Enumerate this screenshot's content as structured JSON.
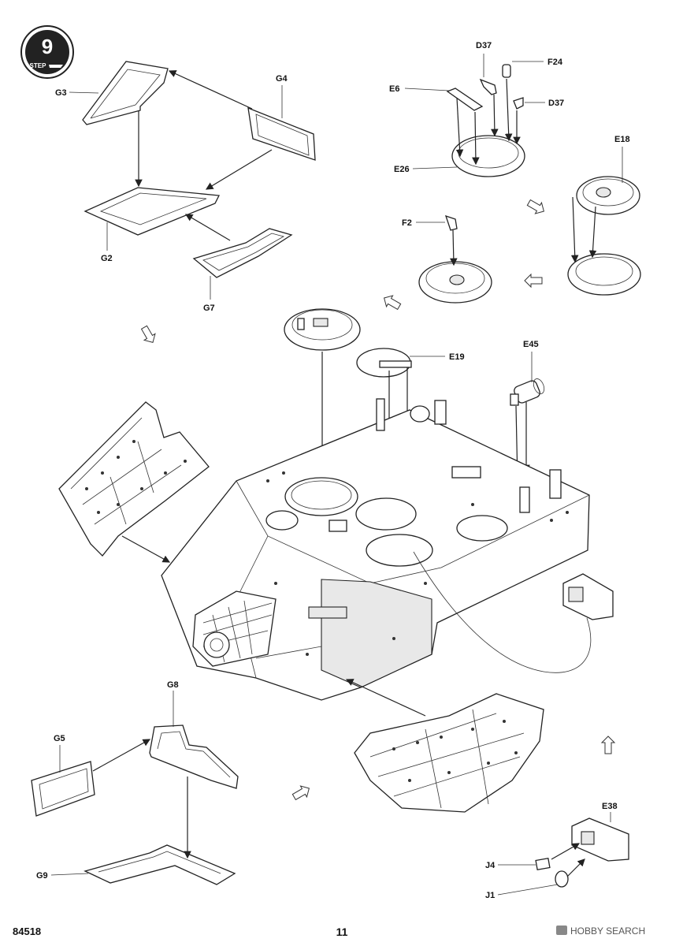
{
  "step": {
    "number": "9",
    "word": "STEP"
  },
  "labels": [
    {
      "id": "G3",
      "text": "G3"
    },
    {
      "id": "G4",
      "text": "G4"
    },
    {
      "id": "G2",
      "text": "G2"
    },
    {
      "id": "G7",
      "text": "G7"
    },
    {
      "id": "D37a",
      "text": "D37"
    },
    {
      "id": "F24",
      "text": "F24"
    },
    {
      "id": "E6",
      "text": "E6"
    },
    {
      "id": "D37b",
      "text": "D37"
    },
    {
      "id": "E26",
      "text": "E26"
    },
    {
      "id": "E18",
      "text": "E18"
    },
    {
      "id": "F2",
      "text": "F2"
    },
    {
      "id": "E19",
      "text": "E19"
    },
    {
      "id": "E45",
      "text": "E45"
    },
    {
      "id": "G8",
      "text": "G8"
    },
    {
      "id": "G5",
      "text": "G5"
    },
    {
      "id": "G9",
      "text": "G9"
    },
    {
      "id": "E38",
      "text": "E38"
    },
    {
      "id": "J4",
      "text": "J4"
    },
    {
      "id": "J1",
      "text": "J1"
    }
  ],
  "footer": {
    "code": "84518",
    "page": "11"
  },
  "watermark": {
    "brand": "HOBBY SEARCH"
  }
}
